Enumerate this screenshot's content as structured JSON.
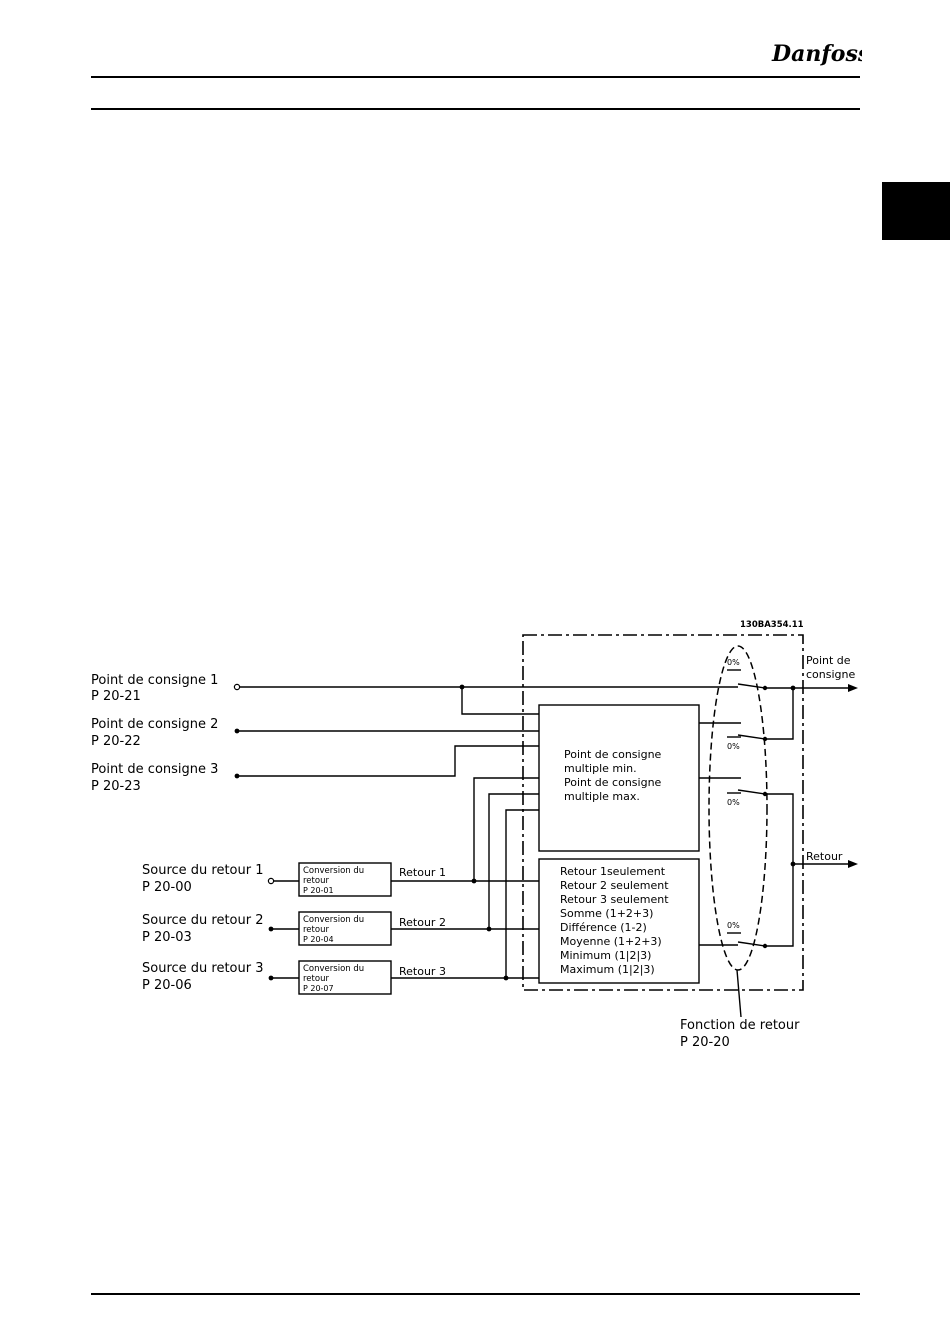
{
  "header": {
    "logo_text": "Danfoss"
  },
  "diagram": {
    "code": "130BA354.11",
    "setpoints": [
      {
        "name": "Point de consigne 1",
        "param": "P 20-21"
      },
      {
        "name": "Point de consigne 2",
        "param": "P 20-22"
      },
      {
        "name": "Point de consigne 3",
        "param": "P 20-23"
      }
    ],
    "sources": [
      {
        "name": "Source du retour 1",
        "param": "P 20-00",
        "conv_line1": "Conversion du",
        "conv_line2": "retour",
        "conv_param": "P 20-01",
        "out": "Retour 1"
      },
      {
        "name": "Source du retour 2",
        "param": "P 20-03",
        "conv_line1": "Conversion du",
        "conv_line2": "retour",
        "conv_param": "P 20-04",
        "out": "Retour 2"
      },
      {
        "name": "Source du retour 3",
        "param": "P 20-06",
        "conv_line1": "Conversion du",
        "conv_line2": "retour",
        "conv_param": "P 20-07",
        "out": "Retour 3"
      }
    ],
    "multi_box": [
      "Point de consigne",
      "multiple min.",
      "Point de consigne",
      "multiple max."
    ],
    "feedback_box": [
      "Retour 1seulement",
      "Retour 2 seulement",
      "Retour 3 seulement",
      "Somme (1+2+3)",
      "Différence (1-2)",
      "Moyenne (1+2+3)",
      "Minimum (1|2|3)",
      "Maximum (1|2|3)"
    ],
    "zero_labels": [
      "0%",
      "0%",
      "0%",
      "0%"
    ],
    "outputs": {
      "setpoint_line1": "Point de",
      "setpoint_line2": "consigne",
      "feedback": "Retour"
    },
    "function": {
      "name": "Fonction de retour",
      "param": "P 20-20"
    }
  }
}
